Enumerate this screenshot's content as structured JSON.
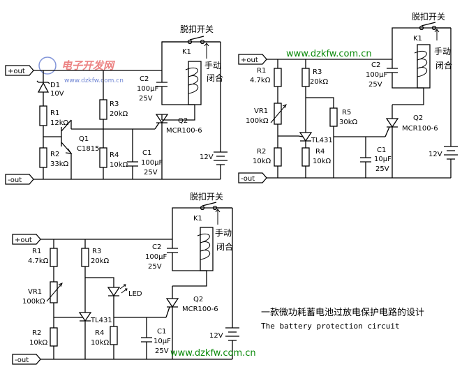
{
  "watermark": {
    "url": "www.dzkfw.com.cn",
    "logo_text": "电子开发网",
    "logo_url": "www.dzkfw.com.cn"
  },
  "caption": {
    "cn": "一款微功耗蓄电池过放电保护电路的设计",
    "en": "The battery protection circuit"
  },
  "circuit1": {
    "switch_title": "脱扣开关",
    "manual_close": [
      "手动",
      "闭合"
    ],
    "out_plus": "+out",
    "out_minus": "-out",
    "labels": {
      "d1": [
        "D1",
        "10V"
      ],
      "r1": [
        "R1",
        "12kΩ"
      ],
      "r2": [
        "R2",
        "33kΩ"
      ],
      "q1": [
        "Q1",
        "C1815"
      ],
      "r3": [
        "R3",
        "20kΩ"
      ],
      "r4": [
        "R4",
        "10kΩ"
      ],
      "c1": [
        "C1",
        "100μF",
        "25V"
      ],
      "c2": [
        "C2",
        "100μF",
        "25V"
      ],
      "q2": [
        "Q2",
        "MCR100-6"
      ],
      "k1": "K1",
      "batt": "12V"
    }
  },
  "circuit2": {
    "switch_title": "脱扣开关",
    "manual_close": [
      "手动",
      "闭合"
    ],
    "out_plus": "+out",
    "out_minus": "-out",
    "labels": {
      "r1": [
        "R1",
        "4.7kΩ"
      ],
      "vr1": [
        "VR1",
        "100kΩ"
      ],
      "r2": [
        "R2",
        "10kΩ"
      ],
      "r3": [
        "R3",
        "20kΩ"
      ],
      "tl": "TL431",
      "r4": [
        "R4",
        "10kΩ"
      ],
      "r5": [
        "R5",
        "30kΩ"
      ],
      "c1": [
        "C1",
        "10μF",
        "25V"
      ],
      "c2": [
        "C2",
        "100μF",
        "25V"
      ],
      "q2": [
        "Q2",
        "MCR100-6"
      ],
      "k1": "K1",
      "batt": "12V"
    }
  },
  "circuit3": {
    "switch_title": "脱扣开关",
    "manual_close": [
      "手动",
      "闭合"
    ],
    "out_plus": "+out",
    "out_minus": "-out",
    "labels": {
      "r1": [
        "R1",
        "4.7kΩ"
      ],
      "vr1": [
        "VR1",
        "100kΩ"
      ],
      "r2": [
        "R2",
        "10kΩ"
      ],
      "r3": [
        "R3",
        "20kΩ"
      ],
      "led": "LED",
      "tl": "TL431",
      "r4": [
        "R4",
        "10kΩ"
      ],
      "c1": [
        "C1",
        "10μF",
        "25V"
      ],
      "c2": [
        "C2",
        "100μF",
        "25V"
      ],
      "q2": [
        "Q2",
        "MCR100-6"
      ],
      "k1": "K1",
      "batt": "12V"
    }
  }
}
